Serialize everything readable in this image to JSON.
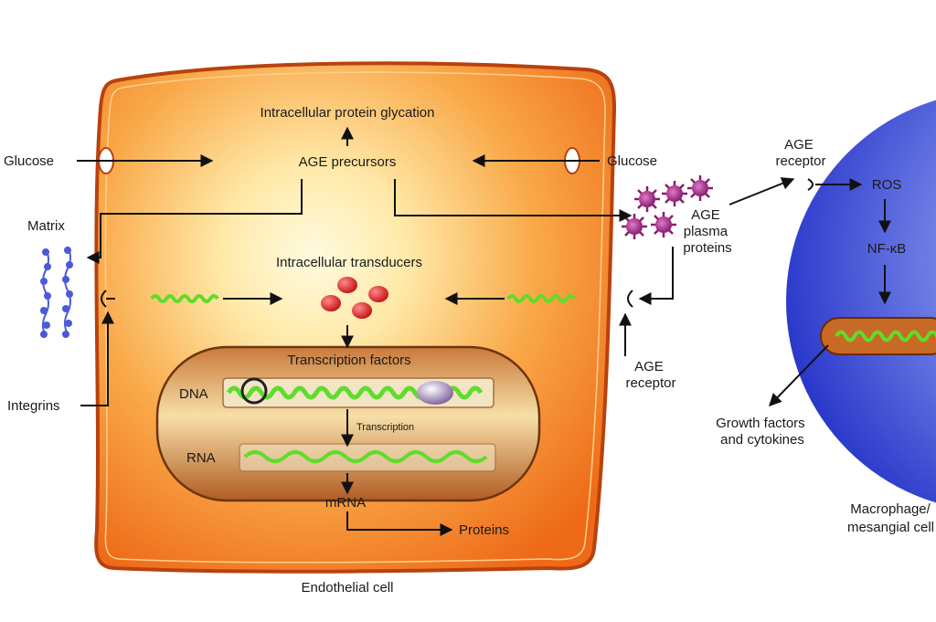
{
  "labels": {
    "glucose_left": "Glucose",
    "glucose_right": "Glucose",
    "intracellular_glycation": "Intracellular  protein glycation",
    "age_precursors": "AGE precursors",
    "matrix": "Matrix",
    "integrins": "Integrins",
    "intracellular_transducers": "Intracellular transducers",
    "transcription_factors": "Transcription factors",
    "dna": "DNA",
    "transcription": "Transcription",
    "rna": "RNA",
    "mrna": "mRNA",
    "proteins": "Proteins",
    "endothelial_cell": "Endothelial cell",
    "age_receptor_inner": [
      "AGE",
      "receptor"
    ],
    "age_plasma_proteins": [
      "AGE",
      "plasma",
      "proteins"
    ],
    "age_receptor_top": [
      "AGE",
      "receptor"
    ],
    "ros": "ROS",
    "nfkb": "NF-κB",
    "growth_factors": [
      "Growth factors",
      "and cytokines"
    ],
    "macrophage": [
      "Macrophage/",
      "mesangial cell"
    ]
  },
  "colors": {
    "cell_orange": "#f07a1e",
    "cell_glow": "#fff6c8",
    "membrane": "#c24a12",
    "macrophage_blue": "#2a3fd6",
    "dna_green": "#5fdc2c",
    "transducer_red": "#d81e1e",
    "age_protein_purple": "#8c1a6e",
    "matrix_blue": "#4a5ad8"
  }
}
